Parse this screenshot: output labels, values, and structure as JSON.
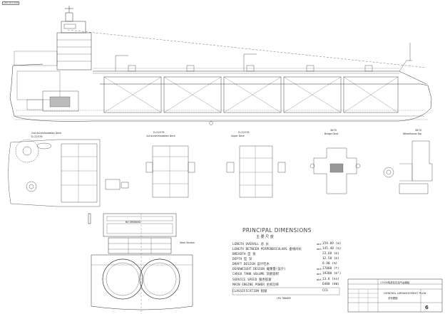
{
  "corner_tag": "LNG-001-SCB",
  "deck_labels": [
    "2nd Accommodation Deck",
    "1st Accommodation Deck",
    "Upper Deck",
    "Bridge Deck",
    "Wheelhouse Top"
  ],
  "deck_elevations": [
    "D-22078",
    "D-22078",
    "D-22078",
    "3870",
    "3870"
  ],
  "section_labels": {
    "no_smoking": "NO SMOKING",
    "side_note": "Steel Section"
  },
  "principal_dimensions": {
    "title": "PRINCIPAL DIMENSIONS",
    "title_cn": "主 要 尺 度",
    "rows": [
      {
        "name": "LENGTH OVERALL 总 长",
        "unit": "abt.",
        "value": "159.09 (m)"
      },
      {
        "name": "LENGTH BETWEEN PERPENDICULARS 垂线间长",
        "unit": "abt.",
        "value": "145.40 (m)"
      },
      {
        "name": "BREADTH 型 宽",
        "unit": "",
        "value": "23.60 (m)"
      },
      {
        "name": "DEPTH 型 深",
        "unit": "",
        "value": "12.50 (m)"
      },
      {
        "name": "DRAFT DESIGN 设计吃水",
        "unit": "",
        "value": "8.90 (m)"
      },
      {
        "name": "DEADWEIGHT DESIGN 载重量(设计)",
        "unit": "abt.",
        "value": "17000 (t)"
      },
      {
        "name": "CARGO TANK VOLUME 货舱容积",
        "unit": "abt.",
        "value": "19300 (m³)"
      },
      {
        "name": "SERVICE SPEED 服务航速",
        "unit": "abt.",
        "value": "13.8 (kn)"
      },
      {
        "name": "MAIN ENGINE POWER 主机功率",
        "unit": "",
        "value": "6400 (kW)"
      },
      {
        "name": "CLASSIFICATION 船级",
        "unit": "",
        "value": "CCS"
      }
    ],
    "class_note": "LPG TANKER"
  },
  "title_block": {
    "project": "17000吨液化石油气运输船",
    "drawing": "GENERAL ARRANGEMENT PLAN",
    "drawing_cn": "总布置图",
    "sheet": "6"
  }
}
